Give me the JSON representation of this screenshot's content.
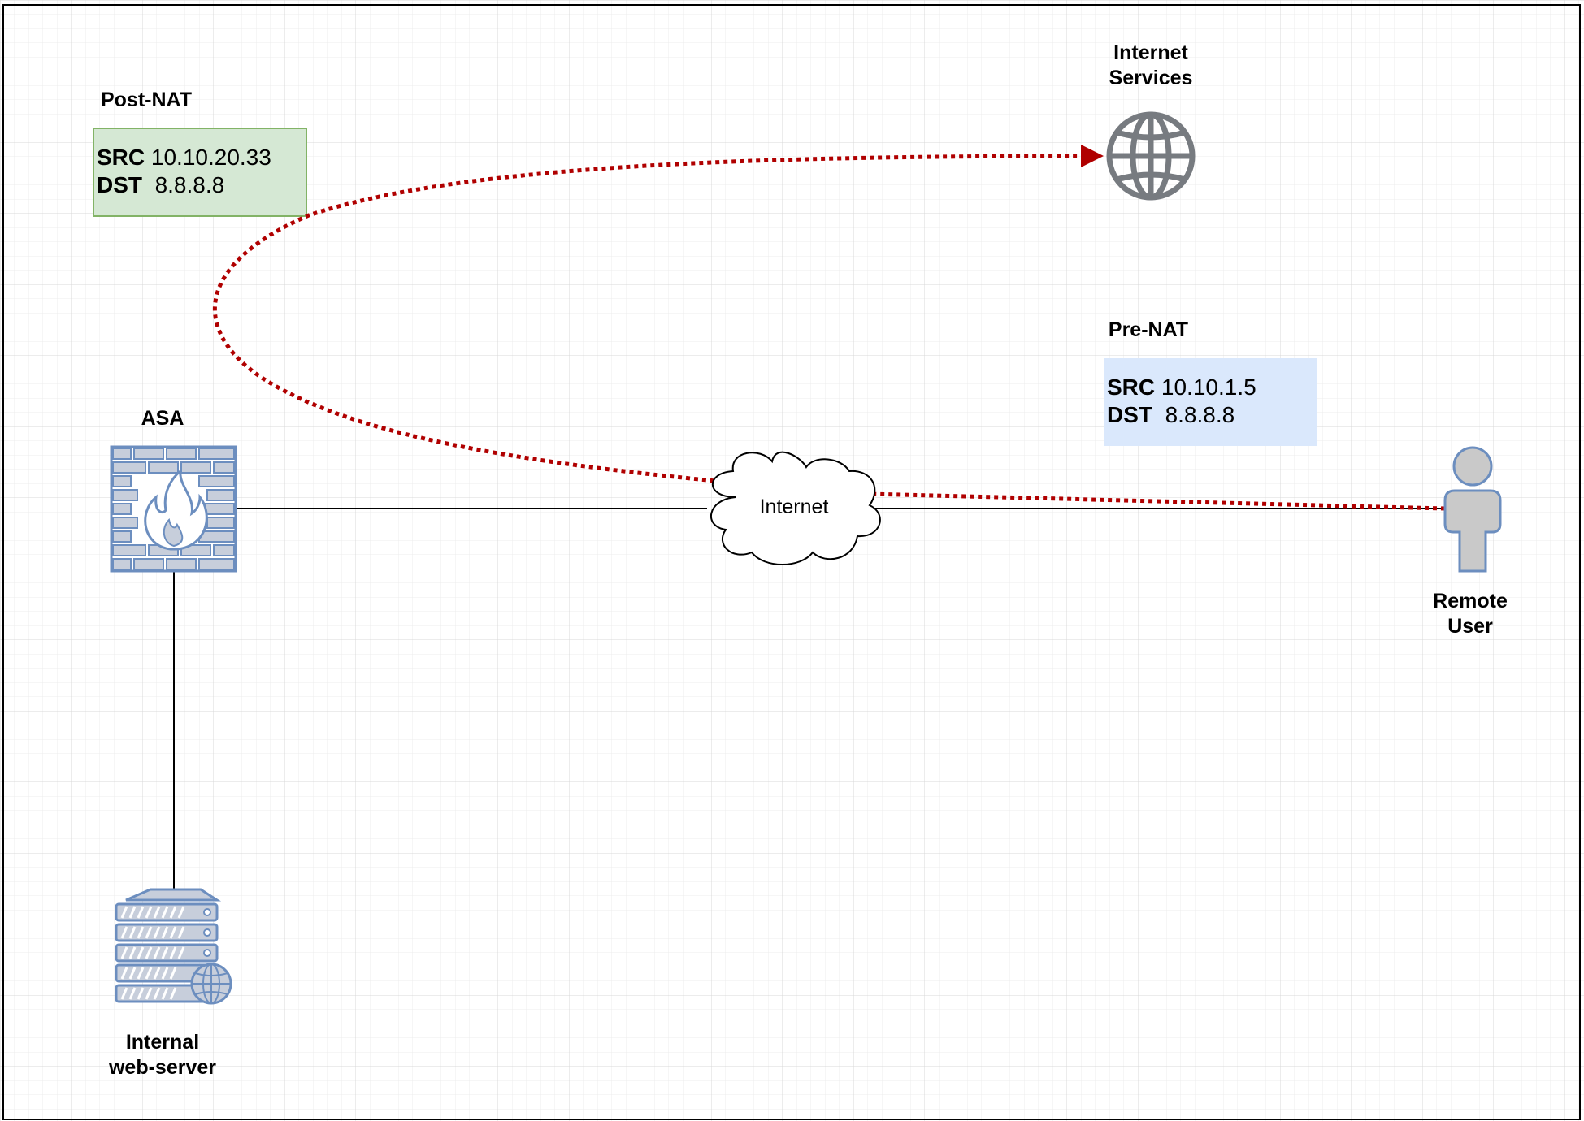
{
  "labels": {
    "post_nat_title": "Post-NAT",
    "pre_nat_title": "Pre-NAT",
    "asa": "ASA",
    "internet_services_line1": "Internet",
    "internet_services_line2": "Services",
    "remote_user_line1": "Remote",
    "remote_user_line2": "User",
    "web_server_line1": "Internal",
    "web_server_line2": "web-server",
    "cloud": "Internet"
  },
  "post_nat": {
    "src_key": "SRC",
    "src_value": "10.10.20.33",
    "dst_key": "DST",
    "dst_value": "8.8.8.8"
  },
  "pre_nat": {
    "src_key": "SRC",
    "src_value": "10.10.1.5",
    "dst_key": "DST",
    "dst_value": "8.8.8.8"
  },
  "colors": {
    "post_nat_fill": "#d5e8d4",
    "post_nat_stroke": "#82b366",
    "pre_nat_fill": "#dae8fc",
    "flow_arrow": "#b00000",
    "device_stroke": "#6c8ebf",
    "device_fill": "#c7cedb",
    "globe": "#777b80",
    "user_fill": "#c9c9c9",
    "user_stroke": "#6c8ebf"
  },
  "icons": {
    "firewall": "firewall-icon",
    "globe": "globe-icon",
    "user": "user-icon",
    "server": "web-server-icon",
    "cloud": "cloud-icon"
  }
}
